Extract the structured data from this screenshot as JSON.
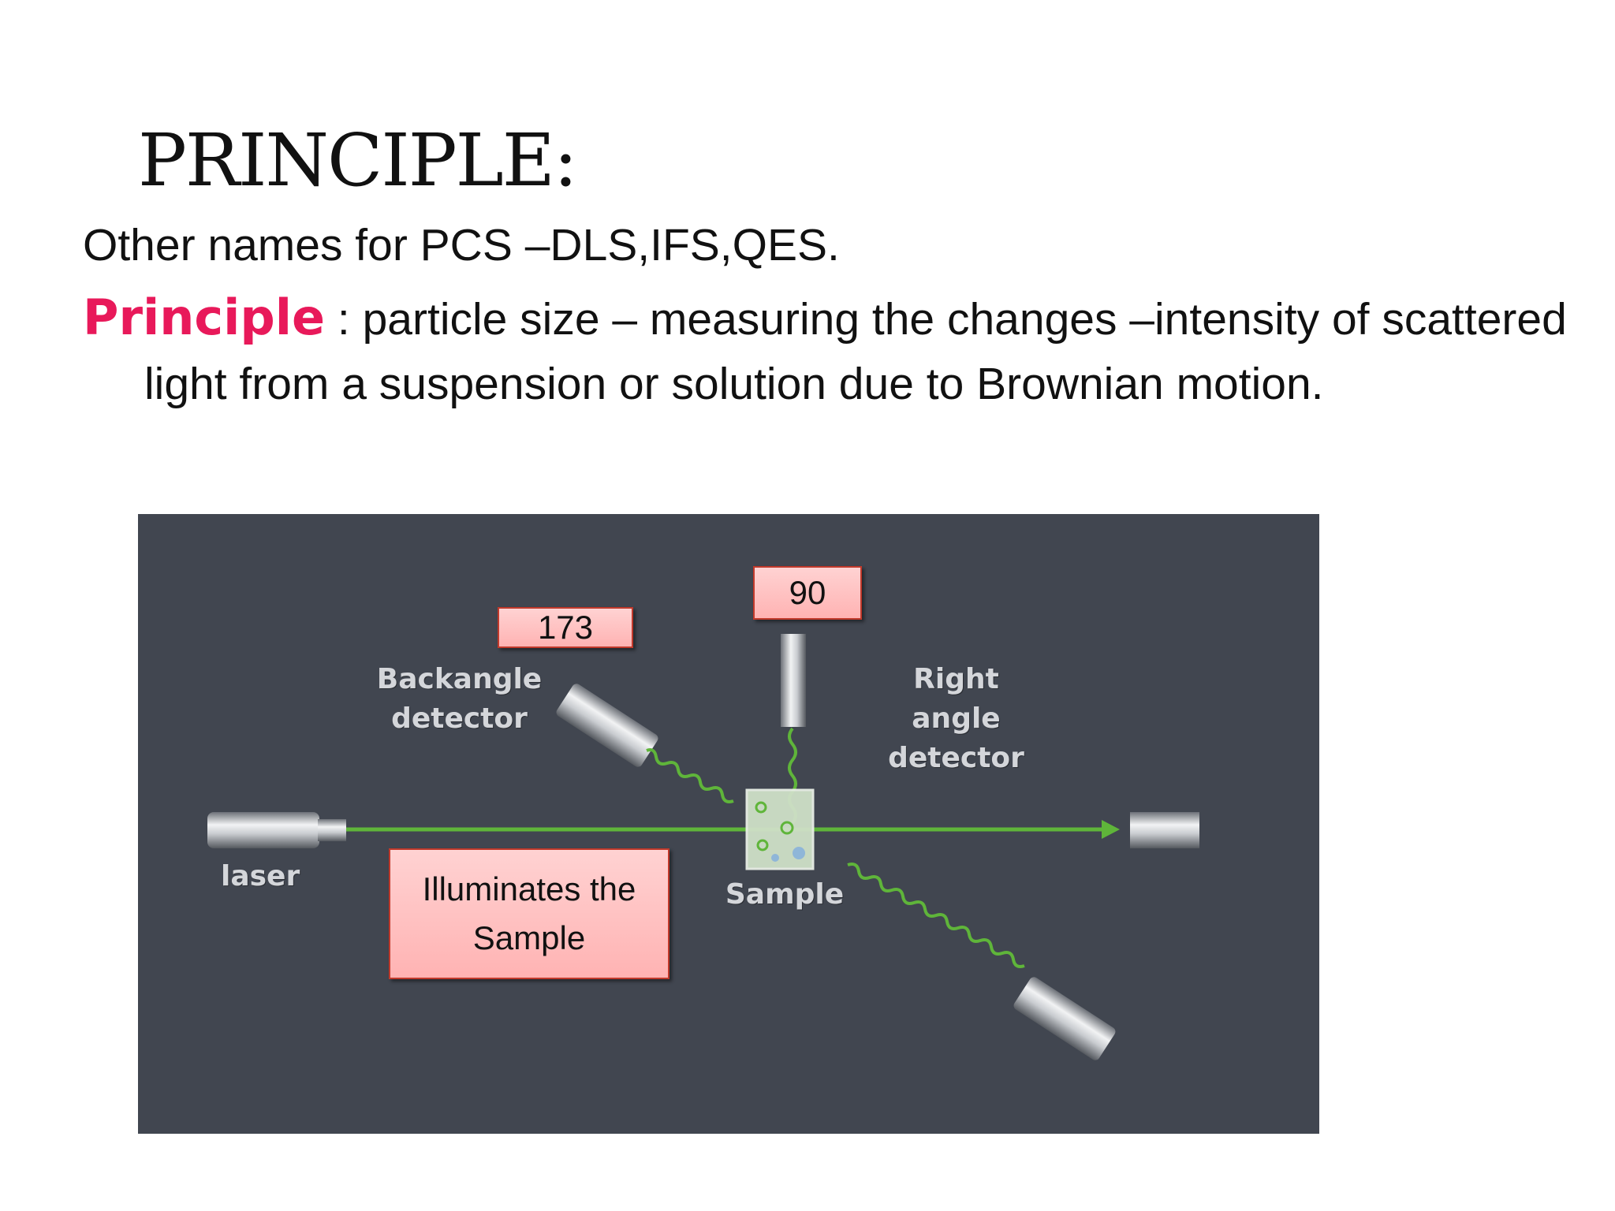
{
  "slide": {
    "title": "PRINCIPLE:",
    "other_names": "Other names for PCS –DLS,IFS,QES.",
    "principle_label": "Principle",
    "principle_text": " : particle size – measuring  the changes –intensity of scattered light from a suspension or solution due to Brownian motion."
  },
  "diagram": {
    "labels": {
      "backangle_detector": "Backangle detector",
      "right_angle_detector": "Right angle detector",
      "laser": "laser",
      "sample": "Sample"
    },
    "callouts": {
      "angle_173": "173",
      "angle_90": "90",
      "illuminates": "Illuminates the Sample"
    },
    "colors": {
      "background": "#414650",
      "beam": "#5fb53a",
      "callout_fill": "#ffc4c4",
      "principle_label": "#e8195a"
    }
  }
}
